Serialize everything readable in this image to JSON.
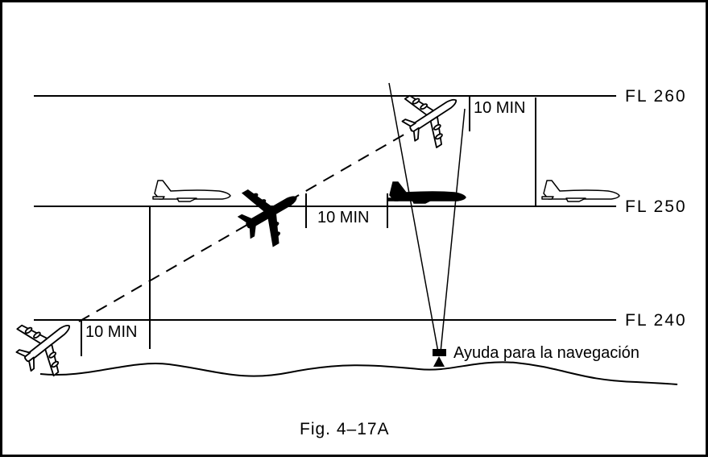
{
  "levels": {
    "fl260": "FL 260",
    "fl250": "FL 250",
    "fl240": "FL 240"
  },
  "intervals": {
    "lower": "10 MIN",
    "middle": "10 MIN",
    "upper": "10 MIN"
  },
  "navaid_label": "Ayuda para la navegación",
  "caption": "Fig. 4–17A",
  "colors": {
    "ink": "#000000",
    "paper": "#ffffff"
  },
  "icons": {
    "climbing_aircraft": "airplane-climbing-icon",
    "level_aircraft": "airplane-side-icon",
    "navaid": "navigation-aid-icon"
  }
}
